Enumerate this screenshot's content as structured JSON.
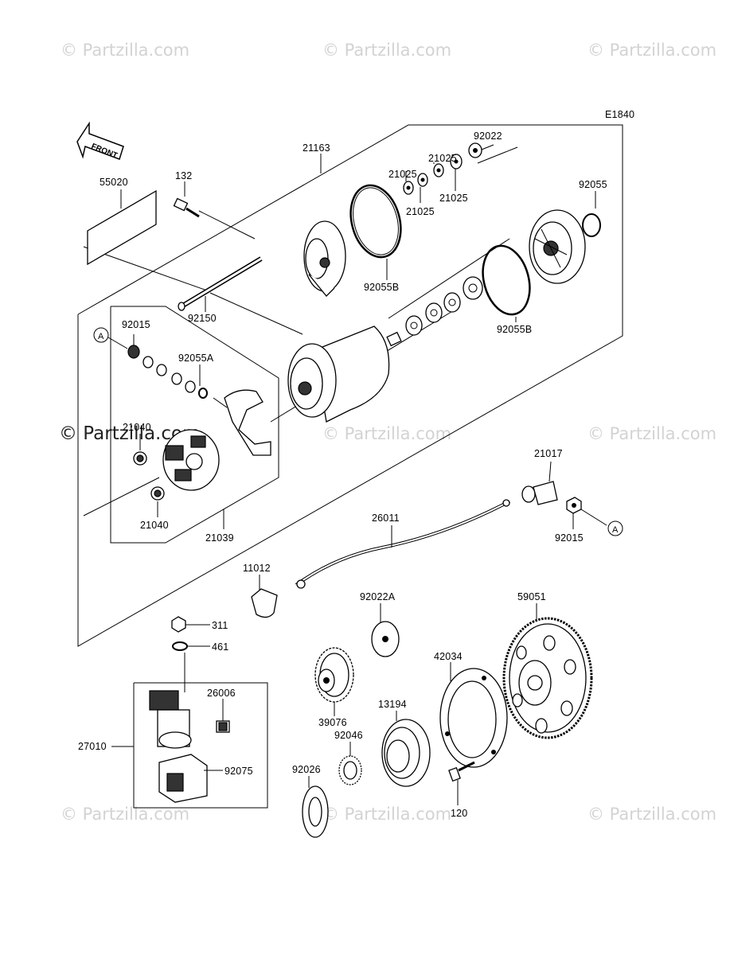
{
  "watermarks": {
    "top_left": "© Partzilla.com",
    "top_center": "© Partzilla.com",
    "top_right": "© Partzilla.com",
    "mid_left": "© Partzilla.com",
    "mid_center": "© Partzilla.com",
    "mid_right": "© Partzilla.com",
    "bot_left": "© Partzilla.com",
    "bot_center": "© Partzilla.com",
    "bot_right": "© Partzilla.com"
  },
  "diagram_code": "E1840",
  "front_label": "FRONT",
  "callouts": {
    "a1": "A",
    "a2": "A"
  },
  "parts": {
    "p21163": "21163",
    "p55020": "55020",
    "p132": "132",
    "p92022": "92022",
    "p21025a": "21025",
    "p21025b": "21025",
    "p21025c": "21025",
    "p21025d": "21025",
    "p92055": "92055",
    "p92055B_a": "92055B",
    "p92055B_b": "92055B",
    "p92150": "92150",
    "p92015a": "92015",
    "p92055A": "92055A",
    "p21040a": "21040",
    "p21040b": "21040",
    "p21039": "21039",
    "p21017": "21017",
    "p92015b": "92015",
    "p26011": "26011",
    "p11012": "11012",
    "p92022A": "92022A",
    "p59051": "59051",
    "p311": "311",
    "p461": "461",
    "p42034": "42034",
    "p26006": "26006",
    "p39076": "39076",
    "p13194": "13194",
    "p27010": "27010",
    "p92046": "92046",
    "p92026": "92026",
    "p92075": "92075",
    "p120": "120"
  }
}
